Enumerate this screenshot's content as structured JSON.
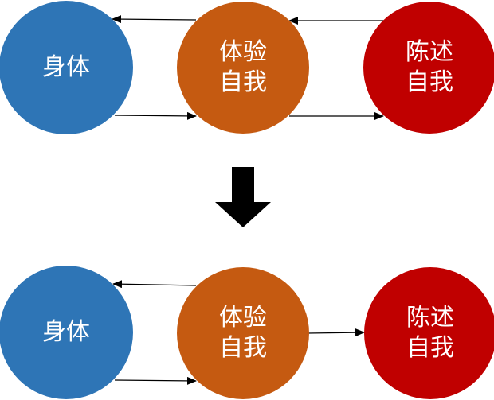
{
  "colors": {
    "body": "#2e75b6",
    "experiencing": "#c55a11",
    "narrative": "#c00000",
    "arrow": "#000000"
  },
  "top": {
    "body_label": "身体",
    "experiencing_label": "体验\n自我",
    "narrative_label": "陈述\n自我"
  },
  "transition_icon": "down-arrow-icon",
  "bottom": {
    "body_label": "身体",
    "experiencing_label": "体验\n自我",
    "narrative_label": "陈述\n自我"
  }
}
